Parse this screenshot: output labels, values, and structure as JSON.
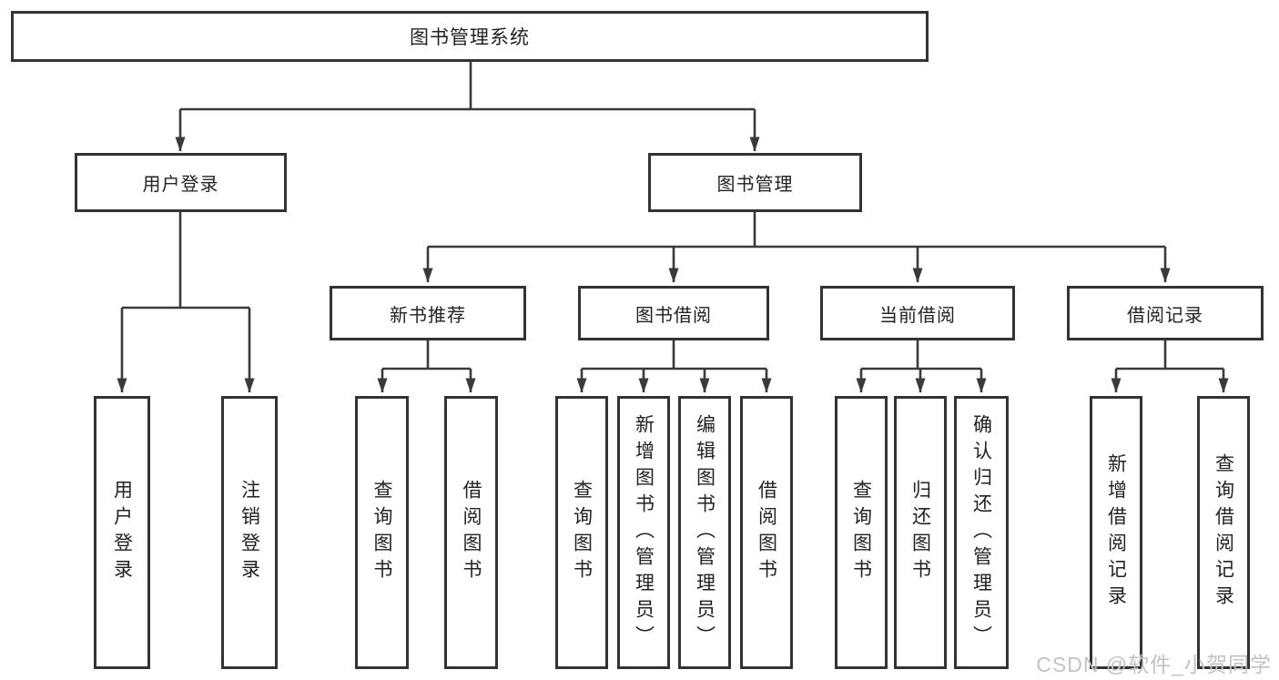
{
  "diagram": {
    "type": "functional-structure-tree",
    "tree": {
      "root": {
        "label": "图书管理系统",
        "children": [
          {
            "label": "用户登录",
            "children": [
              {
                "label": "用户登录"
              },
              {
                "label": "注销登录"
              }
            ]
          },
          {
            "label": "图书管理",
            "children": [
              {
                "label": "新书推荐",
                "children": [
                  {
                    "label": "查询图书"
                  },
                  {
                    "label": "借阅图书"
                  }
                ]
              },
              {
                "label": "图书借阅",
                "children": [
                  {
                    "label": "查询图书"
                  },
                  {
                    "label": "新增图书（管理员）"
                  },
                  {
                    "label": "编辑图书（管理员）"
                  },
                  {
                    "label": "借阅图书"
                  }
                ]
              },
              {
                "label": "当前借阅",
                "children": [
                  {
                    "label": "查询图书"
                  },
                  {
                    "label": "归还图书"
                  },
                  {
                    "label": "确认归还（管理员）"
                  }
                ]
              },
              {
                "label": "借阅记录",
                "children": [
                  {
                    "label": "新增借阅记录"
                  },
                  {
                    "label": "查询借阅记录"
                  }
                ]
              }
            ]
          }
        ]
      }
    },
    "colors": {
      "line": "#3a3a3a",
      "box_border": "#333333",
      "box_fill": "#ffffff",
      "text": "#222222",
      "watermark": "#c2c2c2"
    }
  },
  "watermark": {
    "text": "CSDN @软件_小贺同学"
  }
}
